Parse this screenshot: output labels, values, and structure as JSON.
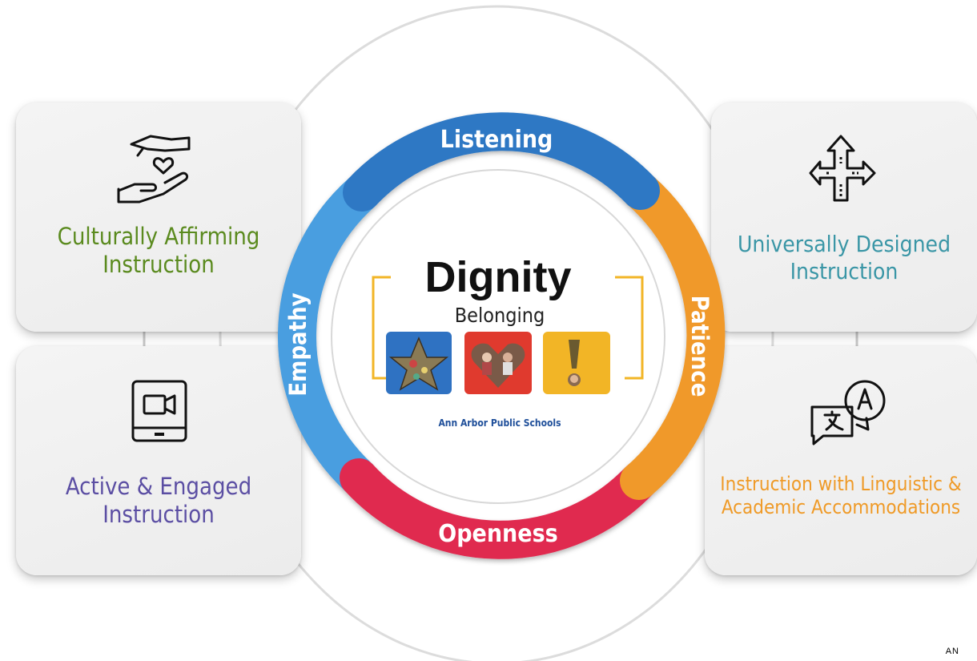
{
  "colors": {
    "listening": "#2f78c4",
    "patience": "#f0992a",
    "openness": "#e0294f",
    "empathy": "#4a9ee0",
    "culturally": "#5a8a1e",
    "universal": "#3a96a6",
    "active": "#5b4ea3",
    "accommodations": "#ef9a27",
    "dignity": "#111111",
    "district": "#1f4f9a",
    "bracket": "#f2b526"
  },
  "ring": {
    "top": "Listening",
    "right": "Patience",
    "bottom": "Openness",
    "left": "Empathy"
  },
  "center": {
    "title": "Dignity",
    "subtitle": "Belonging",
    "district": "Ann Arbor Public Schools",
    "tiles": [
      "star-mosaic-tile",
      "heart-photo-tile",
      "exclamation-tile"
    ]
  },
  "cards": {
    "culturally": {
      "line1": "Culturally Affirming",
      "line2": "Instruction",
      "icon": "hands-heart-icon"
    },
    "universal": {
      "line1": "Universally Designed",
      "line2": "Instruction",
      "icon": "multi-direction-arrows-icon"
    },
    "active": {
      "line1": "Active & Engaged",
      "line2": "Instruction",
      "icon": "tablet-video-icon"
    },
    "accommodations": {
      "line1": "Instruction with Linguistic &",
      "line2": "Academic Accommodations",
      "icon": "translation-bubbles-icon"
    }
  },
  "corner_mark": "AN"
}
